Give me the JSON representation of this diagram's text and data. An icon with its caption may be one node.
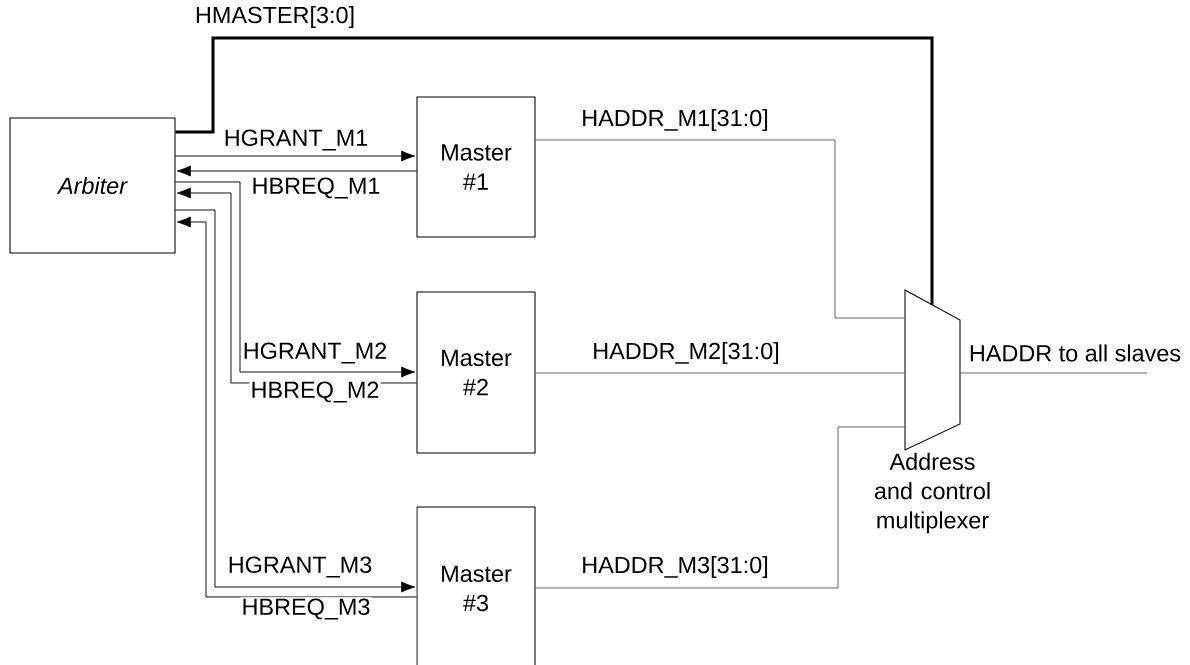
{
  "diagram": {
    "nodes": [
      {
        "text": [
          "Arbiter"
        ]
      },
      {
        "text": [
          "Master #1"
        ]
      },
      {
        "text": [
          "Master #2"
        ]
      },
      {
        "text": [
          "Master #3"
        ]
      },
      {
        "text": [
          "Address and control multiplexer"
        ]
      }
    ],
    "edges": [
      {
        "from": 0,
        "to": 1,
        "arrow": "to",
        "label": "HGRANT_M1"
      },
      {
        "from": 1,
        "to": 0,
        "arrow": "to",
        "label": "HBREQ_M1"
      },
      {
        "from": 0,
        "to": 2,
        "arrow": "to",
        "label": "HGRANT_M2"
      },
      {
        "from": 2,
        "to": 0,
        "arrow": "to",
        "label": "HBREQ_M2"
      },
      {
        "from": 0,
        "to": 3,
        "arrow": "to",
        "label": "HGRANT_M3"
      },
      {
        "from": 3,
        "to": 0,
        "arrow": "to",
        "label": "HBREQ_M3"
      },
      {
        "from": 0,
        "to": 4,
        "arrow": "none",
        "label": "HMASTER[3:0]",
        "style": "thick"
      },
      {
        "from": 1,
        "to": 4,
        "arrow": "none",
        "label": "HADDR_M1[31:0]",
        "color": "#5a5a5a"
      },
      {
        "from": 2,
        "to": 4,
        "arrow": "none",
        "label": "HADDR_M2[31:0]",
        "color": "#5a5a5a"
      },
      {
        "from": 3,
        "to": 4,
        "arrow": "none",
        "label": "HADDR_M3[31:0]",
        "color": "#5a5a5a"
      },
      {
        "from": 4,
        "to": null,
        "arrow": "none",
        "label": "HADDR to all slaves",
        "color": "#5a5a5a"
      }
    ]
  }
}
